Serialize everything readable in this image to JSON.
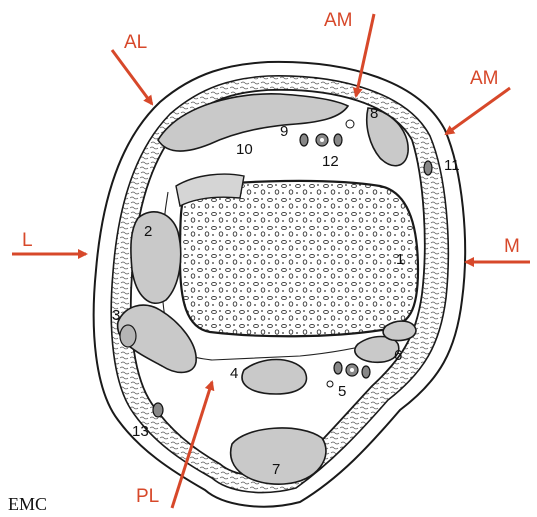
{
  "labels": {
    "n1": "1",
    "n2": "2",
    "n3": "3",
    "n4": "4",
    "n5": "5",
    "n6": "6",
    "n7": "7",
    "n8": "8",
    "n9": "9",
    "n10": "10",
    "n11": "11",
    "n12": "12",
    "n13": "13"
  },
  "directions": {
    "al": "AL",
    "am_top": "AM",
    "am_right": "AM",
    "l": "L",
    "m": "M",
    "pl": "PL"
  },
  "logo": "EMC",
  "colors": {
    "arrow": "#d7482a",
    "ink": "#1a1a1a",
    "muscle_fill": "#c9c9c9"
  }
}
